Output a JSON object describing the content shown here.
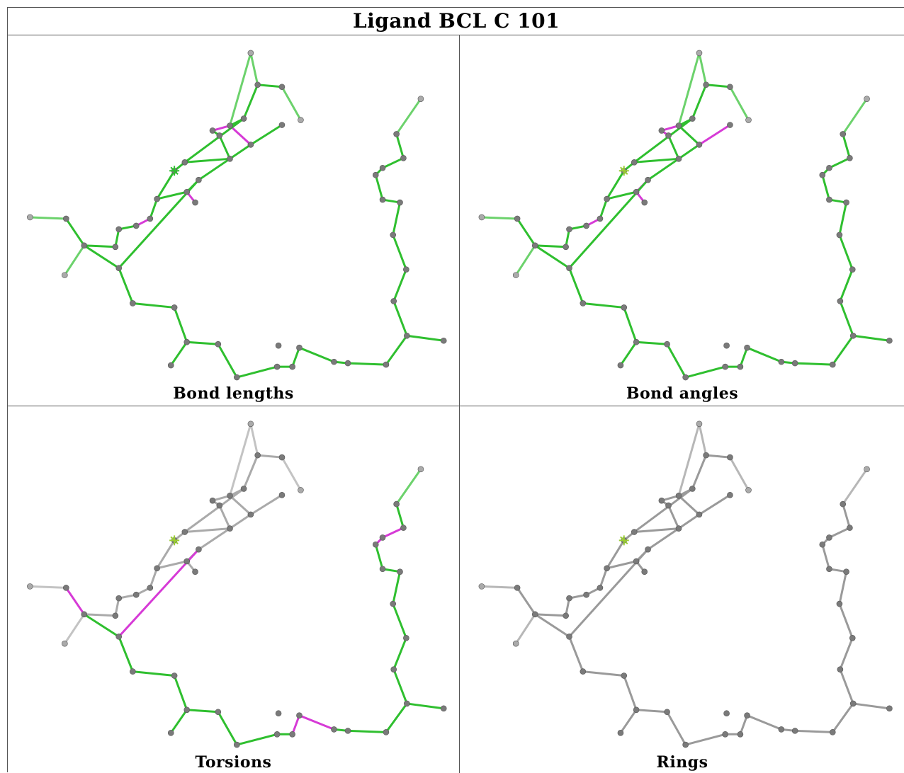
{
  "title": "Ligand BCL C 101",
  "panels": [
    {
      "caption": "Bond lengths",
      "mode": "bond_lengths"
    },
    {
      "caption": "Bond angles",
      "mode": "bond_angles"
    },
    {
      "caption": "Torsions",
      "mode": "torsions"
    },
    {
      "caption": "Rings",
      "mode": "rings"
    }
  ],
  "colors": {
    "ok": "#2fbf2f",
    "outlier": "#d63ad6",
    "neutral": "#9a9a9a",
    "atom": "#7a7a7a",
    "marker": "#9acd32"
  }
}
